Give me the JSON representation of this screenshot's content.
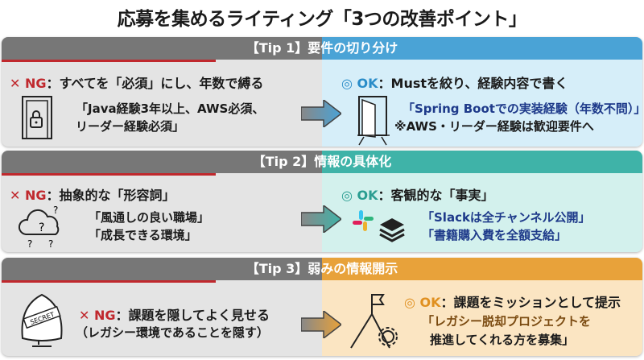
{
  "title": "応募を集めるライティング「3つの改善ポイント」",
  "colors": {
    "ng": "#c0282d",
    "tip1": "#4aa3d6",
    "tip2": "#3fb3a8",
    "tip3": "#e8a23a"
  },
  "tips": [
    {
      "header": "【Tip 1】要件の切り分け",
      "ng_mark": "✕ NG",
      "ng_label": "：すべてを「必須」にし、年数で縛る",
      "ng_lines": [
        "「Java経験3年以上、AWS必須、",
        "リーダー経験必須」"
      ],
      "ok_mark": "◎ OK",
      "ok_label": "：Mustを絞り、経験内容で書く",
      "ok_lines": [
        "「Spring Bootでの実装経験（年数不問）」",
        "※AWS・リーダー経験は歓迎要件へ"
      ],
      "ok_icon": "open-door-icon",
      "ng_icon": "locked-door-icon"
    },
    {
      "header": "【Tip 2】情報の具体化",
      "ng_mark": "✕ NG",
      "ng_label": "：抽象的な「形容詞」",
      "ng_lines": [
        "「風通しの良い職場」",
        "「成長できる環境」"
      ],
      "ok_mark": "◎ OK",
      "ok_label": "：客観的な「事実」",
      "ok_lines": [
        "「Slackは全チャンネル公開」",
        "「書籍購入費を全額支給」"
      ],
      "ng_icon": "question-cloud-icon",
      "ok_icon": "slack-books-icon"
    },
    {
      "header": "【Tip 3】弱みの情報開示",
      "ng_mark": "✕ NG",
      "ng_label": "：課題を隠してよく見せる",
      "ng_lines": [
        "（レガシー環境であることを隠す）"
      ],
      "ok_mark": "◎ OK",
      "ok_label": "：課題をミッションとして提示",
      "ok_lines": [
        "「レガシー脱却プロジェクトを",
        "推進してくれる方を募集」"
      ],
      "ng_icon": "secret-cover-icon",
      "ng_icon_text": "SECRET",
      "ok_icon": "mountain-flag-gear-icon"
    }
  ]
}
